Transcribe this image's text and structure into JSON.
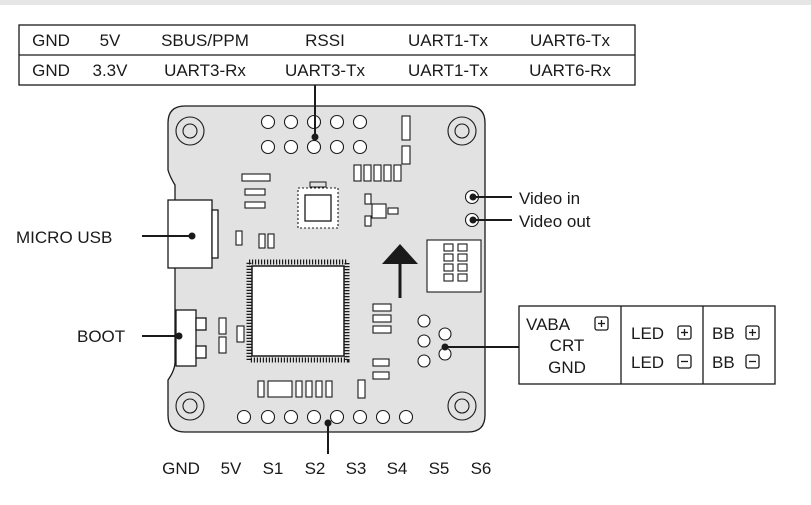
{
  "pin_table": {
    "row1": [
      "GND",
      "5V",
      "SBUS/PPM",
      "RSSI",
      "UART1-Tx",
      "UART6-Tx"
    ],
    "row2": [
      "GND",
      "3.3V",
      "UART3-Rx",
      "UART3-Tx",
      "UART1-Tx",
      "UART6-Rx"
    ]
  },
  "left_labels": {
    "usb": "MICRO USB",
    "boot": "BOOT"
  },
  "video": {
    "in": "Video in",
    "out": "Video out"
  },
  "led_box": {
    "col1": [
      "VABA",
      "CRT",
      "GND"
    ],
    "col2": [
      "LED",
      "LED"
    ],
    "col3": [
      "BB",
      "BB"
    ]
  },
  "bottom_pins": [
    "GND",
    "5V",
    "S1",
    "S2",
    "S3",
    "S4",
    "S5",
    "S6"
  ],
  "colors": {
    "board": "#e2e2e2",
    "line": "#1a1a1a"
  }
}
